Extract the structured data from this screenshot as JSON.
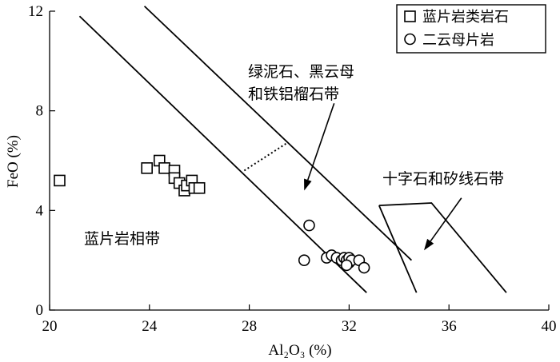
{
  "chart_data": {
    "type": "scatter",
    "xlabel": "Al₂O₃ (%)",
    "ylabel": "FeO (%)",
    "xlim": [
      20,
      40
    ],
    "ylim": [
      0,
      12
    ],
    "xticks": [
      20,
      24,
      28,
      32,
      36,
      40
    ],
    "yticks": [
      0,
      4,
      8,
      12
    ],
    "grid": false,
    "legend_position": "top-right",
    "series": [
      {
        "name": "蓝片岩类岩石",
        "marker": "square",
        "points": [
          [
            20.4,
            5.2
          ],
          [
            23.9,
            5.7
          ],
          [
            24.4,
            6.0
          ],
          [
            24.6,
            5.7
          ],
          [
            25.0,
            5.6
          ],
          [
            25.0,
            5.3
          ],
          [
            25.2,
            5.1
          ],
          [
            25.4,
            4.8
          ],
          [
            25.5,
            5.0
          ],
          [
            25.7,
            5.2
          ],
          [
            25.8,
            4.9
          ],
          [
            26.0,
            4.9
          ]
        ]
      },
      {
        "name": "二云母片岩",
        "marker": "circle",
        "points": [
          [
            30.4,
            3.4
          ],
          [
            30.2,
            2.0
          ],
          [
            31.1,
            2.1
          ],
          [
            31.3,
            2.2
          ],
          [
            31.5,
            2.1
          ],
          [
            31.7,
            2.0
          ],
          [
            31.8,
            2.1
          ],
          [
            31.9,
            2.0
          ],
          [
            32.0,
            1.9
          ],
          [
            32.0,
            2.1
          ],
          [
            32.1,
            2.0
          ],
          [
            31.9,
            1.8
          ],
          [
            32.4,
            2.0
          ],
          [
            32.6,
            1.7
          ]
        ]
      }
    ],
    "boundaries": [
      {
        "x": [
          21.2,
          32.7
        ],
        "y": [
          11.8,
          0.7
        ]
      },
      {
        "x": [
          23.8,
          34.5
        ],
        "y": [
          12.2,
          2.0
        ]
      },
      {
        "x": [
          33.2,
          34.7
        ],
        "y": [
          4.2,
          0.7
        ]
      },
      {
        "x": [
          33.2,
          35.3,
          38.3
        ],
        "y": [
          4.2,
          4.3,
          0.7
        ]
      }
    ],
    "dotted_boundary": {
      "x": [
        27.8,
        29.5
      ],
      "y": [
        5.6,
        6.7
      ]
    },
    "annotations": [
      {
        "text": "绿泥石、黑云母",
        "x": 30.4,
        "y": 9.8
      },
      {
        "text": "和铁铝榴石带",
        "x": 30.4,
        "y": 8.9
      },
      {
        "text": "十字石和矽线石带",
        "x": 33.8,
        "y": 5.3
      },
      {
        "text": "蓝片岩相带",
        "x": 21.3,
        "y": 2.7
      }
    ],
    "arrows": [
      {
        "from": [
          31.4,
          8.3
        ],
        "to": [
          30.2,
          4.8
        ]
      },
      {
        "from": [
          36.5,
          4.5
        ],
        "to": [
          35.0,
          2.4
        ]
      }
    ]
  }
}
